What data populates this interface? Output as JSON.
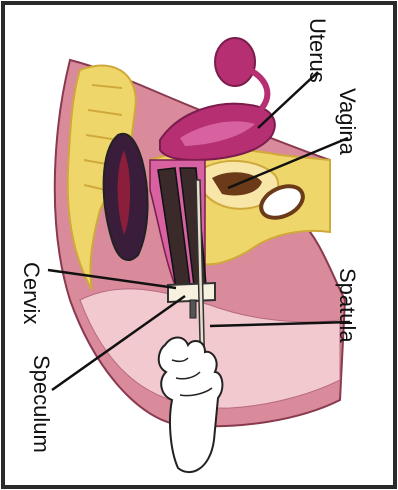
{
  "labels": {
    "uterus": "Uterus",
    "vagina": "Vagina",
    "spatula": "Spatula",
    "cervix": "Cervix",
    "speculum": "Speculum"
  },
  "colors": {
    "frame": "#2a2a2a",
    "background": "#ffffff",
    "skin": "#d98b9c",
    "skin_dark": "#b76a7e",
    "pale_pink": "#f2c9cf",
    "yellow": "#efd66a",
    "yellow_dark": "#cfa93a",
    "organ": "#b62f73",
    "organ_light": "#d761a1",
    "rectum_dark": "#3a1d3a",
    "rectum_red": "#8b1e3a",
    "speculum": "#3a2a2a",
    "label_text": "#111111"
  }
}
